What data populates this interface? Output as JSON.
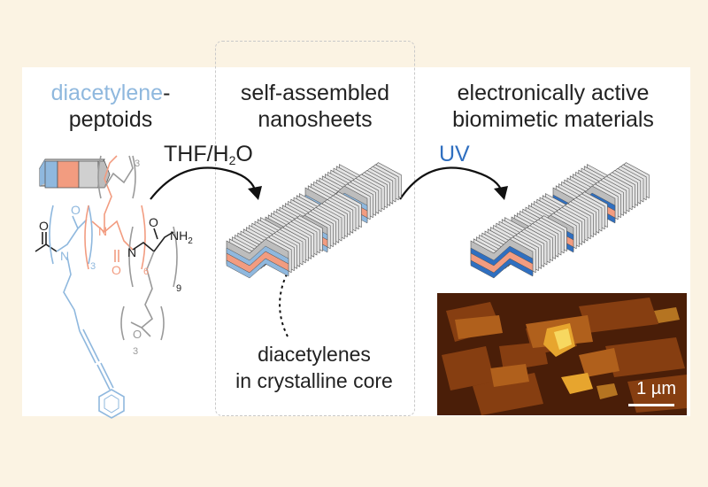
{
  "headings": {
    "left_blue": "diacetylene",
    "left_dash": "-",
    "left_line2": "peptoids",
    "mid_line1": "self-assembled",
    "mid_line2": "nanosheets",
    "right_line1": "electronically active",
    "right_line2": "biomimetic materials"
  },
  "labels": {
    "thf_main": "THF/H",
    "thf_sub": "2",
    "thf_end": "O",
    "uv": "UV",
    "core_line1": "diacetylenes",
    "core_line2": "in crystalline core",
    "scale": "1 µm"
  },
  "structure": {
    "nh2": "NH",
    "nh2_sub": "2",
    "n": "N",
    "o": "O",
    "repeat_left": "3",
    "repeat_mid": "6",
    "repeat_right": "9",
    "chain_top": "3",
    "chain_bottom": "3"
  },
  "colors": {
    "background": "#fbf3e3",
    "panel": "#ffffff",
    "diacetylene_blue": "#8fb8de",
    "peptoid_salmon": "#f29c80",
    "polymer_blue": "#2f6fc0",
    "sheet_gray": "#d0d0d0",
    "text": "#222222"
  }
}
